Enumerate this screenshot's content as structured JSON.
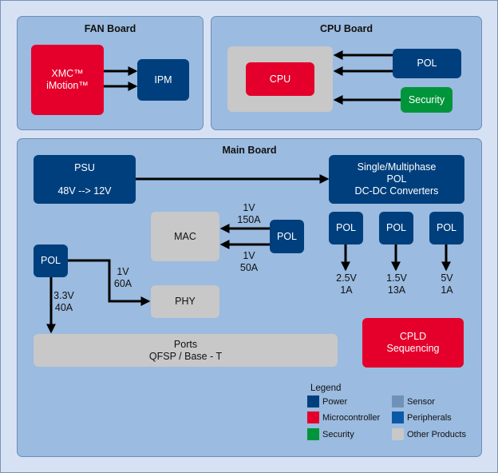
{
  "fan_board": {
    "title": "FAN Board",
    "xmc": {
      "line1": "XMC™",
      "line2": "iMotion™"
    },
    "ipm": "IPM"
  },
  "cpu_board": {
    "title": "CPU Board",
    "cpu": "CPU",
    "pol": "POL",
    "security": "Security"
  },
  "main_board": {
    "title": "Main Board",
    "psu": {
      "line1": "PSU",
      "line2": "48V --> 12V"
    },
    "dcdc": {
      "line1": "Single/Multiphase",
      "line2": "POL",
      "line3": "DC-DC Converters"
    },
    "mac": "MAC",
    "mac_pol": "POL",
    "mac_label_top": {
      "v": "1V",
      "a": "150A"
    },
    "mac_label_bottom": {
      "v": "1V",
      "a": "50A"
    },
    "left_pol": "POL",
    "phy": "PHY",
    "phy_label": {
      "v": "1V",
      "a": "60A"
    },
    "ports_label": {
      "v": "3.3V",
      "a": "40A"
    },
    "ports": {
      "line1": "Ports",
      "line2": "QFSP / Base - T"
    },
    "pols": [
      {
        "name": "POL",
        "v": "2.5V",
        "a": "1A"
      },
      {
        "name": "POL",
        "v": "1.5V",
        "a": "13A"
      },
      {
        "name": "POL",
        "v": "5V",
        "a": "1A"
      }
    ],
    "cpld": {
      "line1": "CPLD",
      "line2": "Sequencing"
    }
  },
  "legend": {
    "title": "Legend",
    "items": [
      {
        "label": "Power",
        "color": "#003f7d"
      },
      {
        "label": "Microcontroller",
        "color": "#e4002b"
      },
      {
        "label": "Security",
        "color": "#00953a"
      },
      {
        "label": "Sensor",
        "color": "#6f93b8"
      },
      {
        "label": "Peripherals",
        "color": "#0a5aa8"
      },
      {
        "label": "Other Products",
        "color": "#c8c8c8"
      }
    ]
  }
}
